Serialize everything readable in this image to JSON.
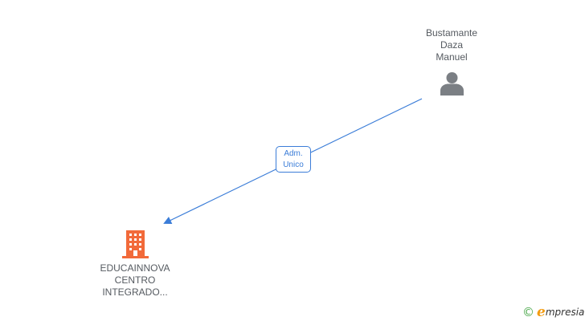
{
  "person": {
    "name_lines": [
      "Bustamante",
      "Daza",
      "Manuel"
    ],
    "icon": "person-icon"
  },
  "company": {
    "name_lines": [
      "EDUCAINNOVA",
      "CENTRO",
      "INTEGRADO..."
    ],
    "icon": "building-icon"
  },
  "relation": {
    "label_lines": [
      "Adm.",
      "Unico"
    ],
    "direction": "person-to-company"
  },
  "brand": {
    "copyright_symbol": "©",
    "name_initial": "e",
    "name_rest": "mpresia",
    "icon": "copyright-icon"
  },
  "colors": {
    "edge": "#3b7dd8",
    "building": "#f26a3a",
    "person": "#7b7f84",
    "label_text": "#555a60",
    "brand_green": "#4aa84a",
    "brand_orange": "#f39c12"
  }
}
